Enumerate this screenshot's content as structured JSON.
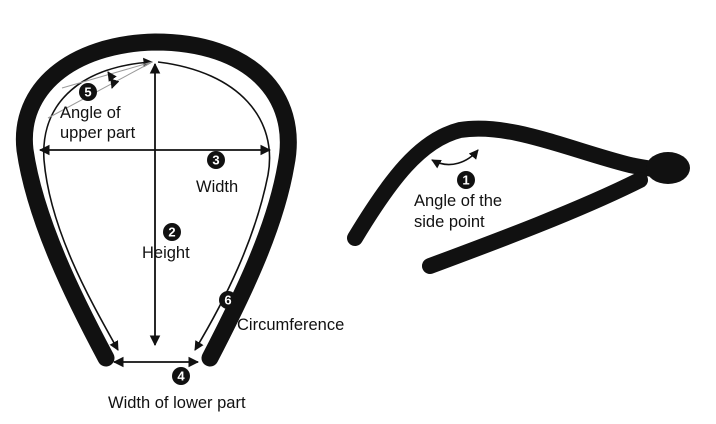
{
  "colors": {
    "stroke": "#111111",
    "background": "#ffffff",
    "guide": "#9a9a9a"
  },
  "front_view": {
    "markers": {
      "m1": "1",
      "m2": "2",
      "m3": "3",
      "m4": "4",
      "m5": "5",
      "m6": "6"
    },
    "labels": {
      "angle_upper_line1": "Angle of",
      "angle_upper_line2": "upper part",
      "width": "Width",
      "height": "Height",
      "circumference": "Circumference",
      "width_lower": "Width of lower part"
    }
  },
  "side_view": {
    "labels": {
      "angle_side_line1": "Angle of the",
      "angle_side_line2": "side point"
    }
  }
}
